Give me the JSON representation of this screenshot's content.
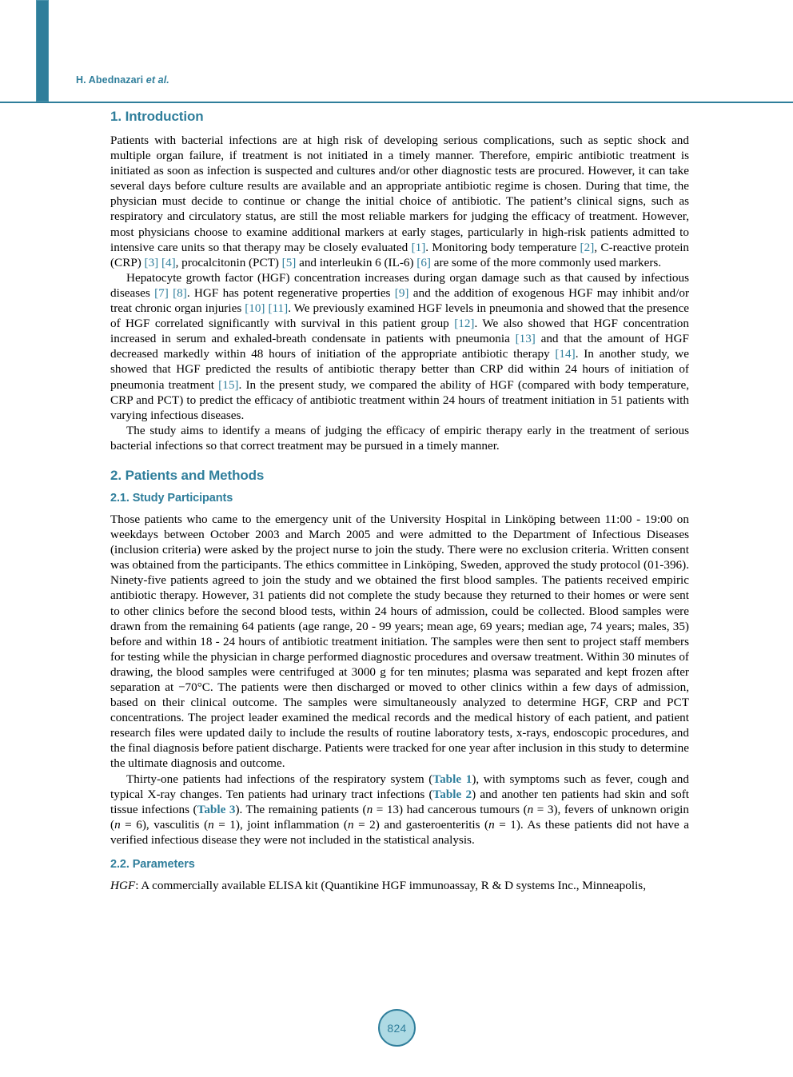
{
  "header": {
    "running_head_author": "H. Abednazari",
    "running_head_etal": "et al.",
    "accent_color": "#2f7e9b"
  },
  "sections": {
    "introduction": {
      "heading": "1. Introduction",
      "paragraphs": {
        "p1_a": "Patients with bacterial infections are at high risk of developing serious complications, such as septic shock and multiple organ failure, if treatment is not initiated in a timely manner. Therefore, empiric antibiotic treatment is initiated as soon as infection is suspected and cultures and/or other diagnostic tests are procured. However, it can take several days before culture results are available and an appropriate antibiotic regime is chosen. During that time, the physician must decide to continue or change the initial choice of antibiotic. The patient’s clinical signs, such as respiratory and circulatory status, are still the most reliable markers for judging the efficacy of treatment. However, most physicians choose to examine additional markers at early stages, particularly in high-risk patients admitted to intensive care units so that therapy may be closely evaluated ",
        "p1_ref1": "[1]",
        "p1_b": ". Monitoring body temperature ",
        "p1_ref2": "[2]",
        "p1_c": ", C-reactive protein (CRP) ",
        "p1_ref3": "[3]",
        "p1_ref4": "[4]",
        "p1_d": ", procalcitonin (PCT) ",
        "p1_ref5": "[5]",
        "p1_e": " and interleukin 6 (IL-6) ",
        "p1_ref6": "[6]",
        "p1_f": " are some of the more commonly used markers.",
        "p2_a": "Hepatocyte growth factor (HGF) concentration increases during organ damage such as that caused by infectious diseases ",
        "p2_ref7": "[7]",
        "p2_ref8": "[8]",
        "p2_b": ". HGF has potent regenerative properties ",
        "p2_ref9": "[9]",
        "p2_c": " and the addition of exogenous HGF may inhibit and/or treat chronic organ injuries ",
        "p2_ref10": "[10]",
        "p2_ref11": "[11]",
        "p2_d": ". We previously examined HGF levels in pneumonia and showed that the presence of HGF correlated significantly with survival in this patient group ",
        "p2_ref12": "[12]",
        "p2_e": ". We also showed that HGF concentration increased in serum and exhaled-breath condensate in patients with pneumonia ",
        "p2_ref13": "[13]",
        "p2_f": " and that the amount of HGF decreased markedly within 48 hours of initiation of the appropriate antibiotic therapy ",
        "p2_ref14": "[14]",
        "p2_g": ". In another study, we showed that HGF predicted the results of antibiotic therapy better than CRP did within 24 hours of initiation of pneumonia treatment ",
        "p2_ref15": "[15]",
        "p2_h": ". In the present study, we compared the ability of HGF (compared with body temperature, CRP and PCT) to predict the efficacy of antibiotic treatment within 24 hours of treatment initiation in 51 patients with varying infectious diseases.",
        "p3": "The study aims to identify a means of judging the efficacy of empiric therapy early in the treatment of serious bacterial infections so that correct treatment may be pursued in a timely manner."
      }
    },
    "patients_and_methods": {
      "heading": "2. Patients and Methods",
      "study_participants": {
        "heading": "2.1. Study Participants",
        "p1": "Those patients who came to the emergency unit of the University Hospital in Linköping between 11:00 - 19:00 on weekdays between October 2003 and March 2005 and were admitted to the Department of Infectious Diseases (inclusion criteria) were asked by the project nurse to join the study. There were no exclusion criteria. Written consent was obtained from the participants. The ethics committee in Linköping, Sweden, approved the study protocol (01-396). Ninety-five patients agreed to join the study and we obtained the first blood samples. The patients received empiric antibiotic therapy. However, 31 patients did not complete the study because they returned to their homes or were sent to other clinics before the second blood tests, within 24 hours of admission, could be collected. Blood samples were drawn from the remaining 64 patients (age range, 20 - 99 years; mean age, 69 years; median age, 74 years; males, 35) before and within 18 - 24 hours of antibiotic treatment initiation. The samples were then sent to project staff members for testing while the physician in charge performed diagnostic procedures and oversaw treatment. Within 30 minutes of drawing, the blood samples were centrifuged at 3000 g for ten minutes; plasma was separated and kept frozen after separation at −70°C. The patients were then discharged or moved to other clinics within a few days of admission, based on their clinical outcome. The samples were simultaneously analyzed to determine HGF, CRP and PCT concentrations. The project leader examined the medical records and the medical history of each patient, and patient research files were updated daily to include the results of routine laboratory tests, x-rays, endoscopic procedures, and the final diagnosis before patient discharge. Patients were tracked for one year after inclusion in this study to determine the ultimate diagnosis and outcome.",
        "p2_a": "Thirty-one patients had infections of the respiratory system (",
        "p2_table1": "Table 1",
        "p2_b": "), with symptoms such as fever, cough and typical X-ray changes. Ten patients had urinary tract infections (",
        "p2_table2": "Table 2",
        "p2_c": ") and another ten patients had skin and soft tissue infections (",
        "p2_table3": "Table 3",
        "p2_d": "). The remaining patients (",
        "p2_n1": "n",
        "p2_e": " = 13) had cancerous tumours (",
        "p2_n2": "n",
        "p2_f": " = 3), fevers of unknown origin (",
        "p2_n3": "n",
        "p2_g": " = 6), vasculitis (",
        "p2_n4": "n",
        "p2_h": " = 1), joint inflammation (",
        "p2_n5": "n",
        "p2_i": " = 2) and gasteroenteritis (",
        "p2_n6": "n",
        "p2_j": " = 1). As these patients did not have a verified infectious disease they were not included in the statistical analysis."
      },
      "parameters": {
        "heading": "2.2. Parameters",
        "p1_label": "HGF",
        "p1_text": ": A commercially available ELISA kit (Quantikine HGF immunoassay, R & D systems Inc., Minneapolis,"
      }
    }
  },
  "footer": {
    "page_number": "824"
  }
}
